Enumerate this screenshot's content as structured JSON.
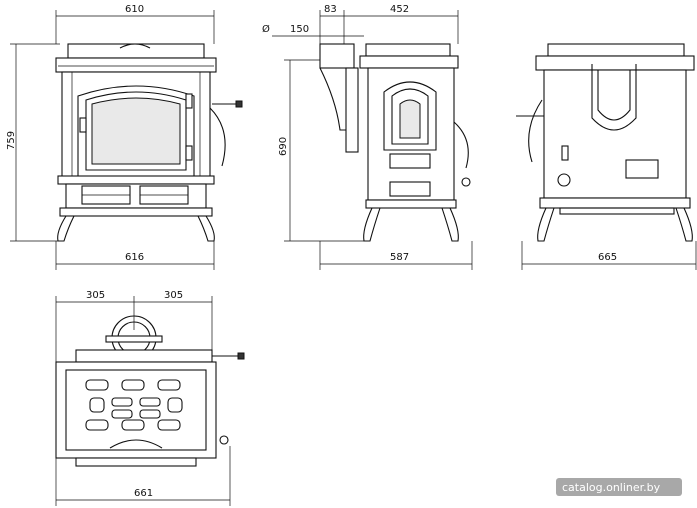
{
  "dimensions": {
    "front_top_width": "610",
    "front_height": "759",
    "front_bottom_width": "616",
    "side_diameter_symbol": "Ø",
    "side_flue_diameter": "150",
    "side_flue_offset": "83",
    "side_top_depth": "452",
    "side_height": "690",
    "side_bottom_depth": "587",
    "back_bottom_width": "665",
    "top_left_half": "305",
    "top_right_half": "305",
    "top_bottom_width": "661"
  },
  "watermark": "catalog.onliner.by",
  "colors": {
    "line": "#111111",
    "background": "#ffffff",
    "watermark_bg": "#a8a8a8"
  }
}
